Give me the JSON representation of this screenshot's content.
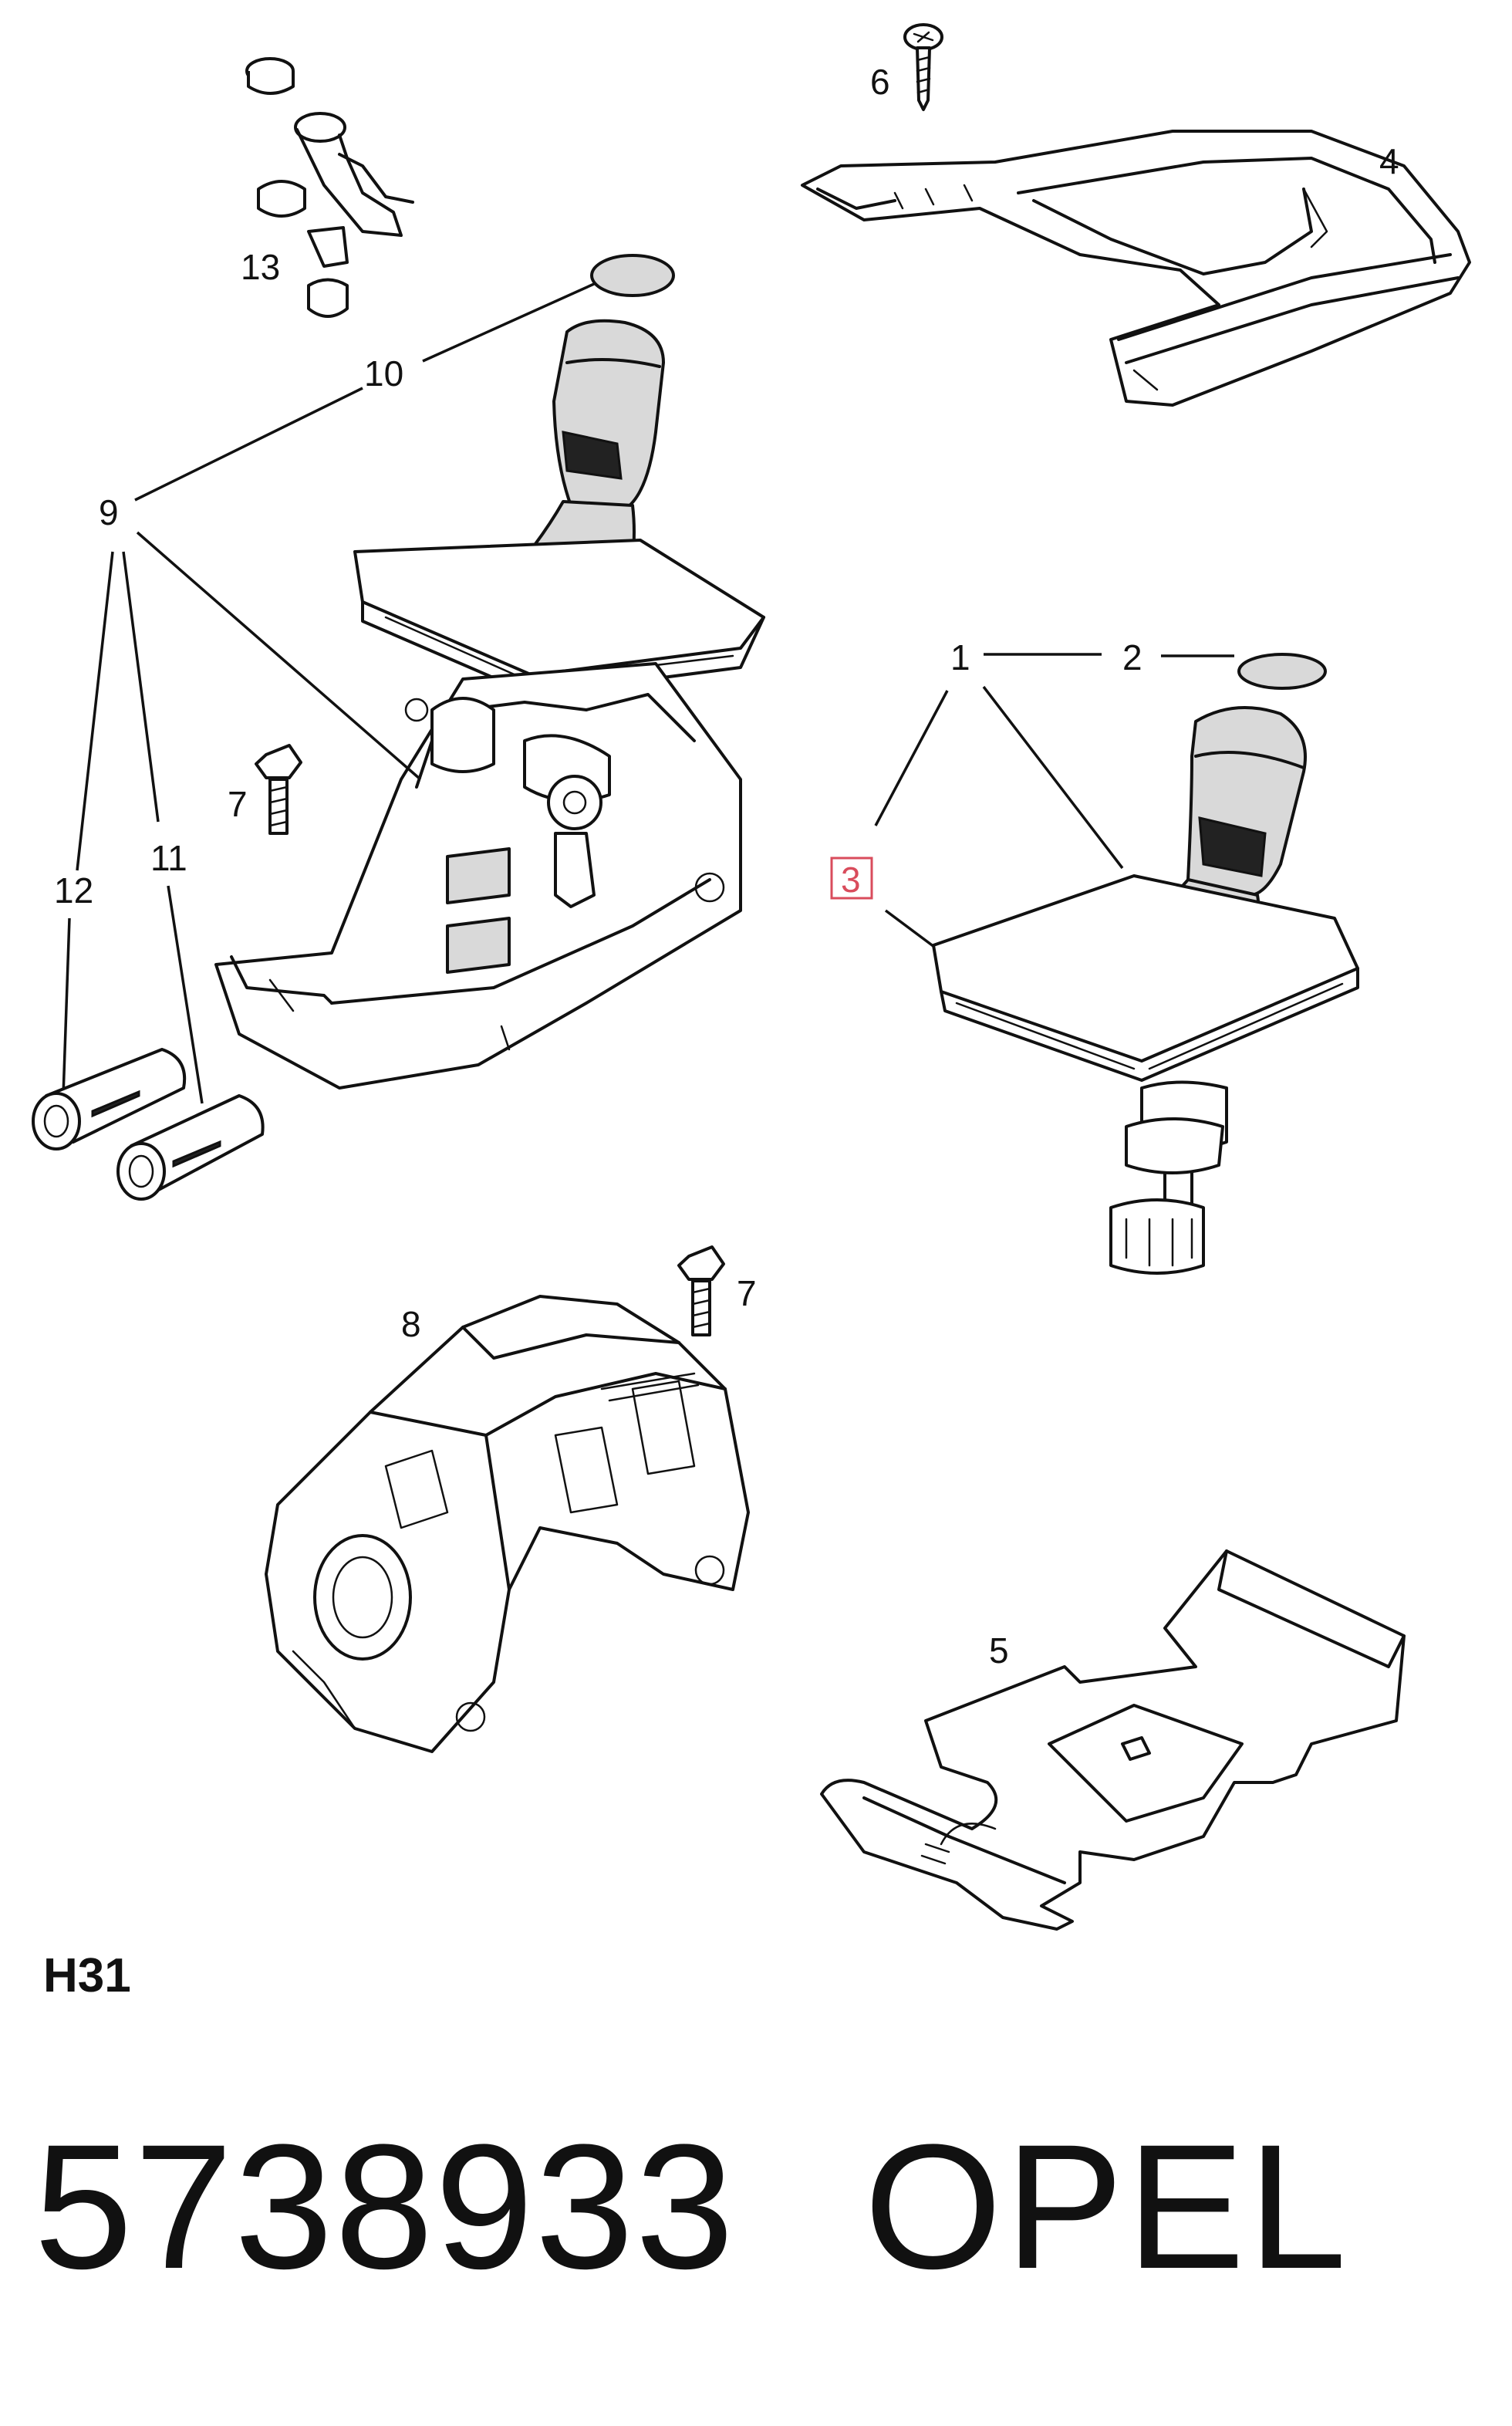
{
  "diagram": {
    "callouts": {
      "c1": "1",
      "c2": "2",
      "c3": "3",
      "c4": "4",
      "c5": "5",
      "c6": "6",
      "c7a": "7",
      "c7b": "7",
      "c8": "8",
      "c9": "9",
      "c10": "10",
      "c11": "11",
      "c12": "12",
      "c13": "13"
    },
    "highlighted_callout": "3",
    "highlight_color": "#d94c5c",
    "line_color": "#111111"
  },
  "footer": {
    "code": "H31",
    "part_number": "5738933",
    "brand": "OPEL"
  }
}
